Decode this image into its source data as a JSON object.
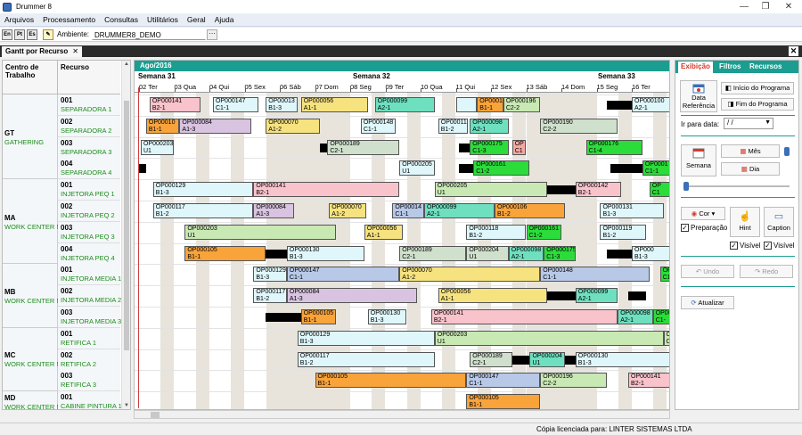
{
  "window": {
    "title": "Drummer 8"
  },
  "menu": [
    "Arquivos",
    "Processamento",
    "Consultas",
    "Utilitários",
    "Geral",
    "Ajuda"
  ],
  "toolbar": {
    "lang_buttons": [
      "En",
      "Pt",
      "Es"
    ],
    "env_label": "Ambiente:",
    "env_value": "DRUMMER8_DEMO",
    "env_btn": "···"
  },
  "tab": {
    "label": "Gantt por Recurso",
    "close": "✕"
  },
  "left_headers": {
    "work_center": "Centro de Trabalho",
    "resource": "Recurso"
  },
  "work_centers": [
    {
      "code": "GT",
      "name": "GATHERING",
      "resources": [
        {
          "num": "001",
          "name": "SEPARADORA 1"
        },
        {
          "num": "002",
          "name": "SEPARADORA 2"
        },
        {
          "num": "003",
          "name": "SEPARADORA 3"
        },
        {
          "num": "004",
          "name": "SEPARADORA 4"
        }
      ]
    },
    {
      "code": "MA",
      "name": "WORK CENTER MA",
      "resources": [
        {
          "num": "001",
          "name": "INJETORA PEQ 1"
        },
        {
          "num": "002",
          "name": "INJETORA PEQ 2"
        },
        {
          "num": "003",
          "name": "INJETORA PEQ 3"
        },
        {
          "num": "004",
          "name": "INJETORA PEQ 4"
        }
      ]
    },
    {
      "code": "MB",
      "name": "WORK CENTER MB",
      "resources": [
        {
          "num": "001",
          "name": "INJETORA MEDIA 1"
        },
        {
          "num": "002",
          "name": "INJETORA MEDIA 2"
        },
        {
          "num": "003",
          "name": "INJETORA MEDIA 3"
        }
      ]
    },
    {
      "code": "MC",
      "name": "WORK CENTER MC",
      "resources": [
        {
          "num": "001",
          "name": "RETIFICA 1"
        },
        {
          "num": "002",
          "name": "RETIFICA 2"
        },
        {
          "num": "003",
          "name": "RETIFICA 3"
        }
      ]
    },
    {
      "code": "MD",
      "name": "WORK CENTER MD",
      "resources": [
        {
          "num": "001",
          "name": "CABINE PINTURA 1"
        }
      ]
    }
  ],
  "gantt": {
    "month": "Ago/2016",
    "weeks": [
      "Semana 31",
      "Semana 32",
      "Semana 33"
    ],
    "days": [
      "02 Ter",
      "03 Qua",
      "04 Qui",
      "05 Sex",
      "06 Sáb",
      "07 Dom",
      "08 Seg",
      "09 Ter",
      "10 Qua",
      "11 Qui",
      "12 Sex",
      "13 Sáb",
      "14 Dom",
      "15 Seg",
      "16 Ter"
    ],
    "colors": {
      "pink": "#f9c3cc",
      "blue": "#b8c9e8",
      "lavender": "#d8c3e0",
      "yellow": "#f6e27f",
      "green": "#c8e8b4",
      "teal": "#6ee0c0",
      "orange": "#f9a33b",
      "lightcyan": "#dff7fb",
      "brightgreen": "#2bdc3a",
      "grayg": "#cfe0cc",
      "salmon": "#f6a8a0"
    },
    "rows": [
      [
        {
          "s": 0.3,
          "e": 1.75,
          "c": "pink",
          "t1": "OP000141",
          "t2": "B2-1"
        },
        {
          "s": 2.1,
          "e": 3.4,
          "c": "lightcyan",
          "t1": "OP000147",
          "t2": "C1-1"
        },
        {
          "s": 3.6,
          "e": 4.5,
          "c": "lightcyan",
          "t1": "OP00013",
          "t2": "B1-3"
        },
        {
          "s": 4.6,
          "e": 6.5,
          "c": "yellow",
          "t1": "OP000056",
          "t2": "A1-1"
        },
        {
          "s": 6.7,
          "e": 8.4,
          "c": "teal",
          "t1": "OP000099",
          "t2": "A2-1"
        },
        {
          "s": 9.0,
          "e": 9.6,
          "c": "lightcyan",
          "t1": "",
          "t2": ""
        },
        {
          "s": 9.6,
          "e": 10.35,
          "c": "orange",
          "t1": "OP00010",
          "t2": "B1-1"
        },
        {
          "s": 10.35,
          "e": 11.4,
          "c": "green",
          "t1": "OP000196",
          "t2": "C2-2"
        },
        {
          "s": 13.3,
          "e": 14.0,
          "c": "black"
        },
        {
          "s": 14.0,
          "e": 15.3,
          "c": "lightcyan",
          "t1": "OP000100",
          "t2": "A2-1"
        }
      ],
      [
        {
          "s": 0.2,
          "e": 1.15,
          "c": "orange",
          "t1": "OP00010",
          "t2": "B1-1"
        },
        {
          "s": 1.15,
          "e": 3.2,
          "c": "lavender",
          "t1": "OP000084",
          "t2": "A1-3"
        },
        {
          "s": 3.6,
          "e": 5.15,
          "c": "yellow",
          "t1": "OP000070",
          "t2": "A1-2"
        },
        {
          "s": 6.3,
          "e": 7.3,
          "c": "lightcyan",
          "t1": "OP000148",
          "t2": "C1-1"
        },
        {
          "s": 8.5,
          "e": 9.35,
          "c": "lightcyan",
          "t1": "OP000111",
          "t2": "B1-2"
        },
        {
          "s": 9.4,
          "e": 10.5,
          "c": "teal",
          "t1": "OP000098",
          "t2": "A2-1"
        },
        {
          "s": 11.4,
          "e": 13.6,
          "c": "grayg",
          "t1": "OP000190",
          "t2": "C2-2"
        }
      ],
      [
        {
          "s": 0.05,
          "e": 1.0,
          "c": "lightcyan",
          "t1": "OP000203",
          "t2": "U1"
        },
        {
          "s": 5.15,
          "e": 5.35,
          "c": "black"
        },
        {
          "s": 5.35,
          "e": 7.4,
          "c": "grayg",
          "t1": "OP000189",
          "t2": "C2-1"
        },
        {
          "s": 9.1,
          "e": 9.4,
          "c": "black"
        },
        {
          "s": 9.4,
          "e": 10.5,
          "c": "brightgreen",
          "t1": "OP000175",
          "t2": "C1-3"
        },
        {
          "s": 10.6,
          "e": 11.0,
          "c": "salmon",
          "t1": "OP",
          "t2": "C1"
        },
        {
          "s": 12.7,
          "e": 14.3,
          "c": "brightgreen",
          "t1": "OP000176",
          "t2": "C1-4"
        }
      ],
      [
        {
          "s": 0.0,
          "e": 0.2,
          "c": "black"
        },
        {
          "s": 7.4,
          "e": 8.4,
          "c": "lightcyan",
          "t1": "OP000205",
          "t2": "U1"
        },
        {
          "s": 9.1,
          "e": 9.5,
          "c": "black"
        },
        {
          "s": 9.5,
          "e": 11.1,
          "c": "brightgreen",
          "t1": "OP000161",
          "t2": "C1-2"
        },
        {
          "s": 13.4,
          "e": 14.3,
          "c": "black"
        },
        {
          "s": 14.3,
          "e": 15.3,
          "c": "brightgreen",
          "t1": "OP0001",
          "t2": "C1-1"
        }
      ],
      [
        {
          "s": 0.4,
          "e": 3.25,
          "c": "lightcyan",
          "t1": "OP000129",
          "t2": "B1-3"
        },
        {
          "s": 3.25,
          "e": 7.4,
          "c": "pink",
          "t1": "OP000141",
          "t2": "B2-1"
        },
        {
          "s": 8.4,
          "e": 11.6,
          "c": "green",
          "t1": "OP000205",
          "t2": "U1"
        },
        {
          "s": 11.6,
          "e": 12.4,
          "c": "black"
        },
        {
          "s": 12.4,
          "e": 13.7,
          "c": "pink",
          "t1": "OP000142",
          "t2": "B2-1"
        },
        {
          "s": 14.5,
          "e": 15.3,
          "c": "brightgreen",
          "t1": "OP",
          "t2": "C1"
        }
      ],
      [
        {
          "s": 0.4,
          "e": 3.25,
          "c": "lightcyan",
          "t1": "OP000117",
          "t2": "B1-2"
        },
        {
          "s": 3.25,
          "e": 4.4,
          "c": "lavender",
          "t1": "OP000084",
          "t2": "A1-3"
        },
        {
          "s": 5.4,
          "e": 6.45,
          "c": "yellow",
          "t1": "OP000070",
          "t2": "A1-2"
        },
        {
          "s": 7.2,
          "e": 8.1,
          "c": "blue",
          "t1": "OP00014",
          "t2": "C1-1"
        },
        {
          "s": 8.1,
          "e": 10.1,
          "c": "teal",
          "t1": "OP000099",
          "t2": "A2-1"
        },
        {
          "s": 10.1,
          "e": 12.1,
          "c": "orange",
          "t1": "OP000106",
          "t2": "B1-2"
        },
        {
          "s": 13.1,
          "e": 14.9,
          "c": "lightcyan",
          "t1": "OP000131",
          "t2": "B1-3"
        }
      ],
      [
        {
          "s": 1.3,
          "e": 5.6,
          "c": "green",
          "t1": "OP000203",
          "t2": "U1"
        },
        {
          "s": 6.4,
          "e": 7.5,
          "c": "yellow",
          "t1": "OP000056",
          "t2": "A1-1"
        },
        {
          "s": 9.3,
          "e": 11.0,
          "c": "lightcyan",
          "t1": "OP000118",
          "t2": "B1-2"
        },
        {
          "s": 11.0,
          "e": 12.0,
          "c": "brightgreen",
          "t1": "OP000161",
          "t2": "C1-2"
        },
        {
          "s": 13.1,
          "e": 14.4,
          "c": "lightcyan",
          "t1": "OP000119",
          "t2": "B1-2"
        }
      ],
      [
        {
          "s": 1.3,
          "e": 3.6,
          "c": "orange",
          "t1": "OP000105",
          "t2": "B1-1"
        },
        {
          "s": 3.6,
          "e": 4.2,
          "c": "black"
        },
        {
          "s": 4.2,
          "e": 6.4,
          "c": "lightcyan",
          "t1": "OP000130",
          "t2": "B1-3"
        },
        {
          "s": 7.4,
          "e": 9.3,
          "c": "grayg",
          "t1": "OP000189",
          "t2": "C2-1"
        },
        {
          "s": 9.3,
          "e": 10.5,
          "c": "grayg",
          "t1": "OP000204",
          "t2": "U1"
        },
        {
          "s": 10.5,
          "e": 11.5,
          "c": "teal",
          "t1": "OP000098",
          "t2": "A2-1"
        },
        {
          "s": 11.5,
          "e": 12.4,
          "c": "brightgreen",
          "t1": "OP000175",
          "t2": "C1-3"
        },
        {
          "s": 13.3,
          "e": 14.0,
          "c": "black"
        },
        {
          "s": 14.0,
          "e": 15.3,
          "c": "lightcyan",
          "t1": "OP000",
          "t2": "B1-3"
        }
      ],
      [
        {
          "s": 3.25,
          "e": 4.2,
          "c": "lightcyan",
          "t1": "OP000129",
          "t2": "B1-3"
        },
        {
          "s": 4.2,
          "e": 7.4,
          "c": "blue",
          "t1": "OP000147",
          "t2": "C1-1"
        },
        {
          "s": 7.4,
          "e": 11.4,
          "c": "yellow",
          "t1": "OP000070",
          "t2": "A1-2"
        },
        {
          "s": 11.4,
          "e": 14.5,
          "c": "blue",
          "t1": "OP000148",
          "t2": "C1-1"
        },
        {
          "s": 14.8,
          "e": 15.3,
          "c": "brightgreen",
          "t1": "OP0",
          "t2": "C1"
        }
      ],
      [
        {
          "s": 3.25,
          "e": 4.2,
          "c": "lightcyan",
          "t1": "OP000117",
          "t2": "B1-2"
        },
        {
          "s": 4.2,
          "e": 7.9,
          "c": "lavender",
          "t1": "OP000084",
          "t2": "A1-3"
        },
        {
          "s": 8.5,
          "e": 11.6,
          "c": "yellow",
          "t1": "OP000056",
          "t2": "A1-1"
        },
        {
          "s": 11.6,
          "e": 12.4,
          "c": "black"
        },
        {
          "s": 12.4,
          "e": 13.6,
          "c": "teal",
          "t1": "OP000099",
          "t2": "A2-1"
        },
        {
          "s": 13.9,
          "e": 14.4,
          "c": "black"
        }
      ],
      [
        {
          "s": 3.6,
          "e": 4.6,
          "c": "black"
        },
        {
          "s": 4.6,
          "e": 5.6,
          "c": "orange",
          "t1": "OP000105",
          "t2": "B1-1"
        },
        {
          "s": 6.5,
          "e": 7.6,
          "c": "lightcyan",
          "t1": "OP000130",
          "t2": "B1-3"
        },
        {
          "s": 8.3,
          "e": 13.6,
          "c": "pink",
          "t1": "OP000141",
          "t2": "B2-1"
        },
        {
          "s": 13.6,
          "e": 14.6,
          "c": "teal",
          "t1": "OP000098",
          "t2": "A2-1"
        },
        {
          "s": 14.6,
          "e": 15.3,
          "c": "brightgreen",
          "t1": "OP00",
          "t2": "C1-"
        }
      ],
      [
        {
          "s": 4.5,
          "e": 8.4,
          "c": "lightcyan",
          "t1": "OP000129",
          "t2": "B1-3"
        },
        {
          "s": 8.4,
          "e": 14.9,
          "c": "green",
          "t1": "OP000203",
          "t2": "U1"
        },
        {
          "s": 14.9,
          "e": 15.3,
          "c": "green",
          "t1": "OP",
          "t2": "C"
        }
      ],
      [
        {
          "s": 4.5,
          "e": 8.4,
          "c": "lightcyan",
          "t1": "OP000117",
          "t2": "B1-2"
        },
        {
          "s": 9.4,
          "e": 10.6,
          "c": "grayg",
          "t1": "OP000189",
          "t2": "C2-1"
        },
        {
          "s": 10.6,
          "e": 11.1,
          "c": "black"
        },
        {
          "s": 11.1,
          "e": 12.1,
          "c": "teal",
          "t1": "OP000204",
          "t2": "U1"
        },
        {
          "s": 12.1,
          "e": 12.4,
          "c": "black"
        },
        {
          "s": 12.4,
          "e": 15.3,
          "c": "lightcyan",
          "t1": "OP000130",
          "t2": "B1-3"
        }
      ],
      [
        {
          "s": 5.0,
          "e": 9.3,
          "c": "orange",
          "t1": "OP000105",
          "t2": "B1-1"
        },
        {
          "s": 9.3,
          "e": 11.4,
          "c": "blue",
          "t1": "OP000147",
          "t2": "C1-1"
        },
        {
          "s": 11.4,
          "e": 13.3,
          "c": "green",
          "t1": "OP000196",
          "t2": "C2-2"
        },
        {
          "s": 13.9,
          "e": 15.3,
          "c": "pink",
          "t1": "OP000141",
          "t2": "B2-1"
        }
      ],
      [
        {
          "s": 9.3,
          "e": 11.4,
          "c": "orange",
          "t1": "OP000105",
          "t2": "B1-1"
        }
      ]
    ]
  },
  "right": {
    "tabs": [
      "Exibição",
      "Filtros",
      "Recursos"
    ],
    "data_referencia": "Data Referência",
    "inicio_programa": "Início do Programa",
    "fim_programa": "Fim do Programa",
    "ir_para_data": "Ir para data:",
    "date_value": " / /",
    "semana": "Semana",
    "mes": "Mês",
    "dia": "Dia",
    "cor": "Cor",
    "preparacao": "Preparação",
    "hint": "Hint",
    "caption": "Caption",
    "visivel1": "Visível",
    "visivel2": "Visível",
    "undo": "Undo",
    "redo": "Redo",
    "atualizar": "Atualizar"
  },
  "status": {
    "text": "Cópia licenciada para: LINTER SISTEMAS LTDA"
  }
}
